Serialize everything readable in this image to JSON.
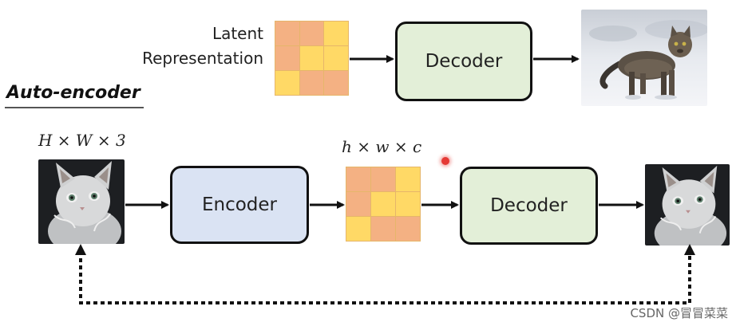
{
  "top": {
    "latent_label_line1": "Latent",
    "latent_label_line2": "Representation",
    "decoder_label": "Decoder"
  },
  "heading": "Auto-encoder",
  "bottom": {
    "input_dims": "H × W × 3",
    "latent_dims": "h × w × c",
    "encoder_label": "Encoder",
    "decoder_label": "Decoder"
  },
  "latent_grid_colors": [
    "o",
    "o",
    "y",
    "o",
    "y",
    "y",
    "y",
    "o",
    "o"
  ],
  "colors": {
    "orange_cell": "#f4b183",
    "yellow_cell": "#ffd966",
    "decoder_fill": "#e3efd8",
    "encoder_fill": "#dae3f3"
  },
  "watermark": "CSDN @冒冒菜菜"
}
